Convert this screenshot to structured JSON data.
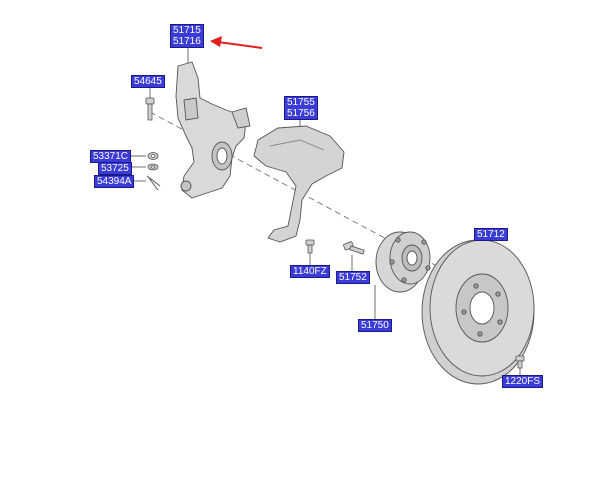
{
  "callouts": {
    "knuckle": [
      "51715",
      "51716"
    ],
    "bolt_top": "54645",
    "nut": "53371C",
    "washer": "53725",
    "cotter_pin": "54394A",
    "dust_cover": [
      "51755",
      "51756"
    ],
    "bolt_small": "1140FZ",
    "hub_bolt": "51752",
    "hub_assy": "51750",
    "disc": "51712",
    "screw": "1220FS"
  },
  "colors": {
    "tag_fill": "#3b3bd8",
    "tag_border": "#1a1a8c",
    "arrow": "#e02020",
    "part_fill": "#d9d9d9",
    "part_stroke": "#555555"
  }
}
